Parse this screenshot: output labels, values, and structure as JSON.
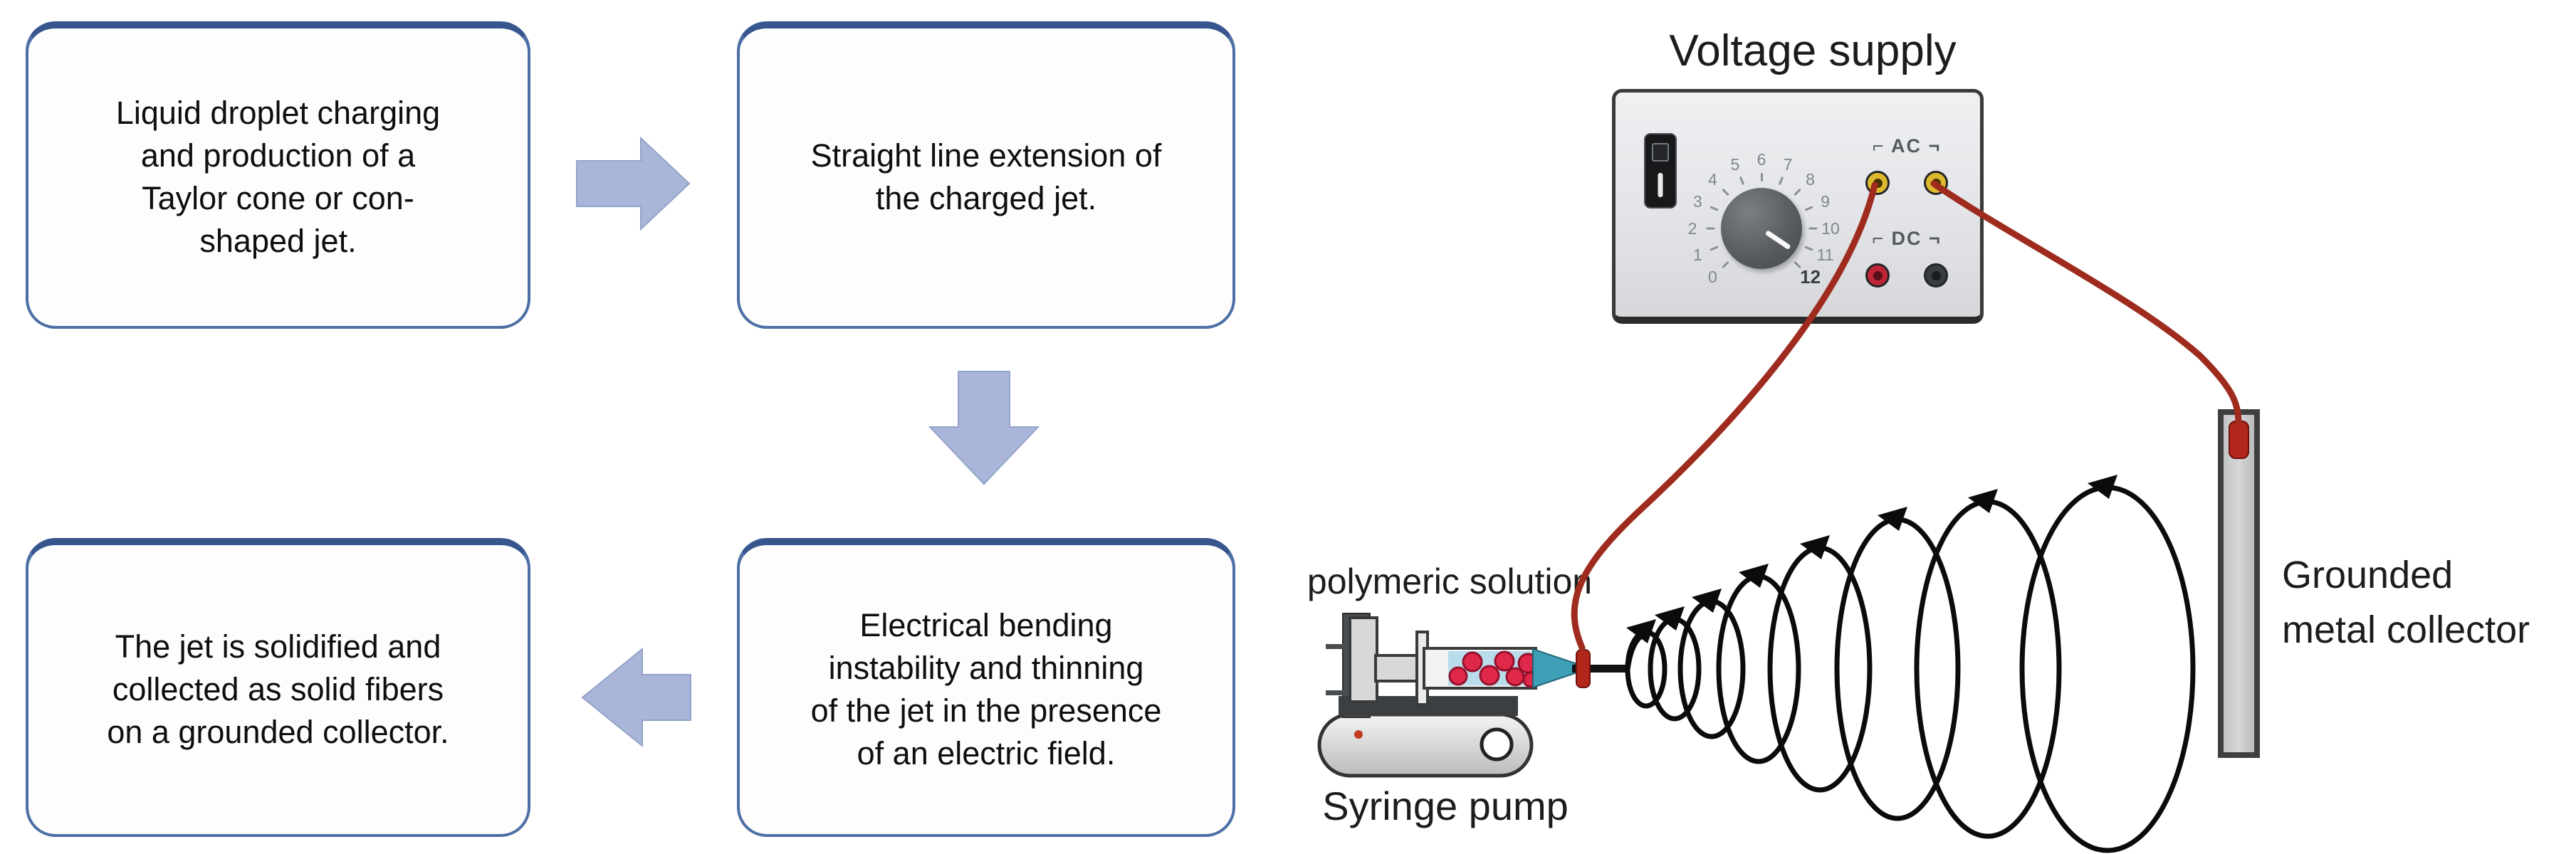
{
  "colors": {
    "box-border": "#4c6fa5",
    "box-border-top": "#37568e",
    "arrow-fill": "#a9b6d9",
    "wire-red": "#9e2b1e",
    "plug-red": "#b2271c",
    "droplet-red": "#e0294a",
    "solution-blue": "#b9dcec",
    "needle-teal": "#3f9fb6",
    "device-gray": "#e4e6e9",
    "collector-gray": "#c8c8c8"
  },
  "flowchart": {
    "steps": [
      {
        "text": "Liquid droplet charging\nand production of a\nTaylor cone or con-\nshaped jet."
      },
      {
        "text": "Straight line extension of\nthe charged jet."
      },
      {
        "text": "Electrical bending\ninstability and thinning\nof the jet in the presence\nof an electric field."
      },
      {
        "text": "The jet is solidified and\ncollected as solid fibers\non a grounded collector."
      }
    ]
  },
  "diagram": {
    "voltage_supply": {
      "label": "Voltage supply",
      "ac_label": "⌐ AC ¬",
      "dc_label": "⌐ DC ¬",
      "dial_numbers": [
        "0",
        "1",
        "2",
        "3",
        "4",
        "5",
        "6",
        "7",
        "8",
        "9",
        "10",
        "11",
        "12"
      ]
    },
    "syringe_pump": {
      "solution_label": "polymeric solution",
      "label": "Syringe pump"
    },
    "collector": {
      "label": "Grounded\nmetal collector"
    }
  }
}
